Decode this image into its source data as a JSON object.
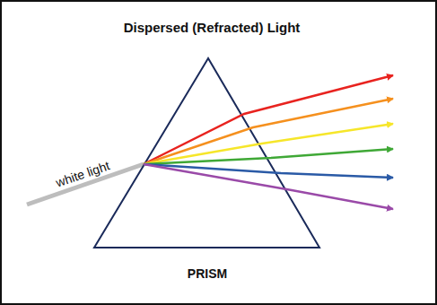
{
  "diagram": {
    "title": "Dispersed (Refracted) Light",
    "labels": [
      "white light",
      "PRISM"
    ]
  }
}
